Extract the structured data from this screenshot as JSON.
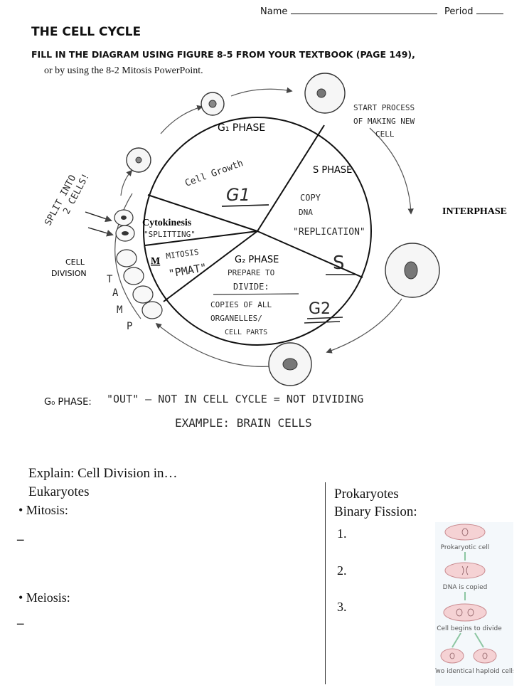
{
  "header": {
    "name_label": "Name",
    "period_label": "Period"
  },
  "title": "THE CELL CYCLE",
  "instruction": "FILL IN THE DIAGRAM USING FIGURE 8-5 FROM YOUR TEXTBOOK (PAGE 149),",
  "instruction_sub": "or by using the 8-2 Mitosis PowerPoint.",
  "diagram": {
    "g1": {
      "label": "G₁ PHASE",
      "note": "Cell Growth",
      "answer": "G1"
    },
    "s": {
      "label": "S PHASE",
      "note1": "COPY",
      "note2": "DNA",
      "note3": "\"REPLICATION\"",
      "answer": "S"
    },
    "g2": {
      "label": "G₂ PHASE",
      "note1": "PREPARE TO",
      "note2": "DIVIDE:",
      "note3": "COPIES OF ALL",
      "note4": "ORGANELLES/",
      "note5": "CELL PARTS",
      "answer": "G2"
    },
    "cytokinesis": {
      "label": "Cytokinesis",
      "note": "\"SPLITTING\""
    },
    "mitosis": {
      "label": "M",
      "note1": "MITOSIS",
      "note2": "\"PMAT\""
    },
    "interphase": "INTERPHASE",
    "cell_division_1": "CELL",
    "cell_division_2": "DIVISION",
    "split_note_1": "SPLIT INTO",
    "split_note_2": "2 CELLS!",
    "start_note_1": "START PROCESS",
    "start_note_2": "OF MAKING NEW",
    "start_note_3": "CELL",
    "tamp": [
      "T",
      "A",
      "M",
      "P"
    ]
  },
  "g0": {
    "label": "G₀ PHASE:",
    "answer": "\"OUT\" – NOT IN CELL CYCLE = NOT DIVIDING",
    "example": "EXAMPLE: BRAIN CELLS"
  },
  "explain": {
    "heading": "Explain: Cell Division in…",
    "eukaryotes": "Eukaryotes",
    "mitosis": "• Mitosis:",
    "meiosis": "• Meiosis:",
    "dash": "–"
  },
  "prokaryotes": {
    "heading": "Prokaryotes",
    "sub": "Binary Fission:",
    "items": [
      "1.",
      "2.",
      "3."
    ],
    "figure_labels": [
      "Prokaryotic cell",
      "DNA is copied",
      "Cell begins to divide",
      "Two identical haploid cells"
    ]
  }
}
